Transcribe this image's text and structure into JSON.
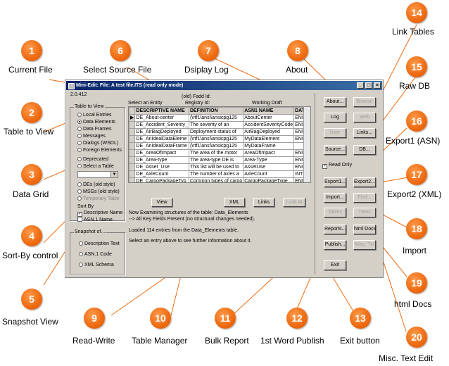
{
  "callouts": [
    {
      "num": "1",
      "label": "Current File"
    },
    {
      "num": "2",
      "label": "Table to View"
    },
    {
      "num": "3",
      "label": "Data Grid"
    },
    {
      "num": "4",
      "label": "Sort-By control"
    },
    {
      "num": "5",
      "label": "Snapshot View"
    },
    {
      "num": "6",
      "label": "Select Source File"
    },
    {
      "num": "7",
      "label": "Dsiplay Log"
    },
    {
      "num": "8",
      "label": "About"
    },
    {
      "num": "9",
      "label": "Read-Write"
    },
    {
      "num": "10",
      "label": "Table Manager"
    },
    {
      "num": "11",
      "label": "Bulk Report"
    },
    {
      "num": "12",
      "label": "1st Word Publish"
    },
    {
      "num": "13",
      "label": "Exit button"
    },
    {
      "num": "14",
      "label": "Link Tables"
    },
    {
      "num": "15",
      "label": "Raw DB"
    },
    {
      "num": "16",
      "label": "Export1 (ASN)"
    },
    {
      "num": "17",
      "label": "Export2 (XML)"
    },
    {
      "num": "18",
      "label": "Import"
    },
    {
      "num": "19",
      "label": "html Docs"
    },
    {
      "num": "20",
      "label": "Misc. Text Edit"
    }
  ],
  "window": {
    "title": "Mini-Edit:  File: A test file.ITS (read only mode)",
    "version": "2.0.412",
    "old_fadd": "(old) Fadd Id:",
    "select_entity": "Select an Entity",
    "registry_id": "Registry Id:",
    "working_draft": "Working Draft",
    "table_to_view": {
      "title": "Table to View",
      "options": [
        "Local Entries",
        "Data Elements",
        "Data Frames",
        "Messages",
        "Dialogs (WSDL)",
        "Foreign Elements"
      ],
      "selected": 1,
      "deprecated": "Deprecated",
      "select_table": "Select a Table",
      "des_old": "DEs   (old style)",
      "msgs_old": "MSGs (old style)",
      "temporary": "Temporary Table"
    },
    "sort_by": {
      "title": "Sort By",
      "options": [
        "Descriptive Name",
        "ASN.1 Name"
      ]
    },
    "snapshot": {
      "title": "Snapshot of...",
      "options": [
        "Description Text",
        "ASN.1 Code",
        "XML Schema"
      ]
    },
    "grid": {
      "headers": [
        "DESCRIPTIVE NAME",
        "DEFINITION",
        "ASN1 NAME",
        "DATA"
      ],
      "rows": [
        [
          "DE_About-center",
          "{\\rtf1\\ansi\\ansicpg125",
          "AboutCenter",
          "ENUME"
        ],
        [
          "DE_Accident_Severity_",
          "The severity of an",
          "AccidentSeverityCode",
          "ENUME"
        ],
        [
          "DE_AirBagDeployed",
          "Deployment status of",
          "AirBagDeployed",
          "ENUME"
        ],
        [
          "DE_AnIdealDataEleme",
          "{\\rtf1\\ansi\\ansicpg125",
          "MyDataElement",
          "ENUME"
        ],
        [
          "DE_AnIdealDataFrame",
          "{\\rtf1\\ansi\\ansicpg125",
          "MyDataFrame",
          ""
        ],
        [
          "DE_AreaOfImpact",
          "The area of the motor",
          "AreaOfImpact",
          "ENUME"
        ],
        [
          "DE_Area-type",
          "The area-type DE is",
          "Area-Type",
          "ENUME"
        ],
        [
          "DE_Asset_Use",
          "This list will be used to",
          "AssetUse",
          "ENUME"
        ],
        [
          "DE_AxleCount",
          "The number of axles a",
          "AxleCount",
          "INTEGE"
        ],
        [
          "DE_CargoPackageTyp",
          "Common types of cargo",
          "CargoPackageType",
          "ENUME"
        ]
      ]
    },
    "buttons": {
      "view": "View",
      "xml": "XML",
      "links": "Links",
      "look_at": "Look At",
      "about": "About...",
      "browse": "Browse",
      "log": "Log",
      "web": "Web",
      "user": "User",
      "links_side": "Links...",
      "source": "Source...",
      "db": "DB...",
      "read_only": "Read Only",
      "export1": "Export1...",
      "export2": "Export2...",
      "import": "Import...",
      "find": "Find...",
      "tables": "Tables",
      "trees": "Trees",
      "reports": "Reports...",
      "html_docs": "html Docs",
      "publish": "Publish...",
      "misc_txt": "Misc. Txt",
      "exit": "Exit"
    },
    "status": {
      "line1": "Now Examining structures of the table:  Data_Elements",
      "line2": "--> All Key Fields Present (no structural changes needed).",
      "line3": "Loaded 114 entries from the Data_Elements table.",
      "line4": "Select an entry above to see further information about it."
    }
  },
  "colors": {
    "callout": "#ee6a10",
    "title_bar": "#0a246a",
    "window_bg": "#d4d0c8",
    "line": "#ee6a10"
  }
}
